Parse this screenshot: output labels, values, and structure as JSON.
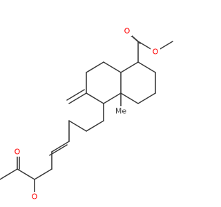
{
  "structure": {
    "atom_labels": {
      "o1": "O",
      "o2": "O",
      "me1": "Me",
      "o3": "O",
      "o4": "O"
    }
  },
  "colors": {
    "bond": "#3a3a3a",
    "oxygen": "#ff0000",
    "carbon_label": "#3a3a3a",
    "background": "#ffffff"
  }
}
